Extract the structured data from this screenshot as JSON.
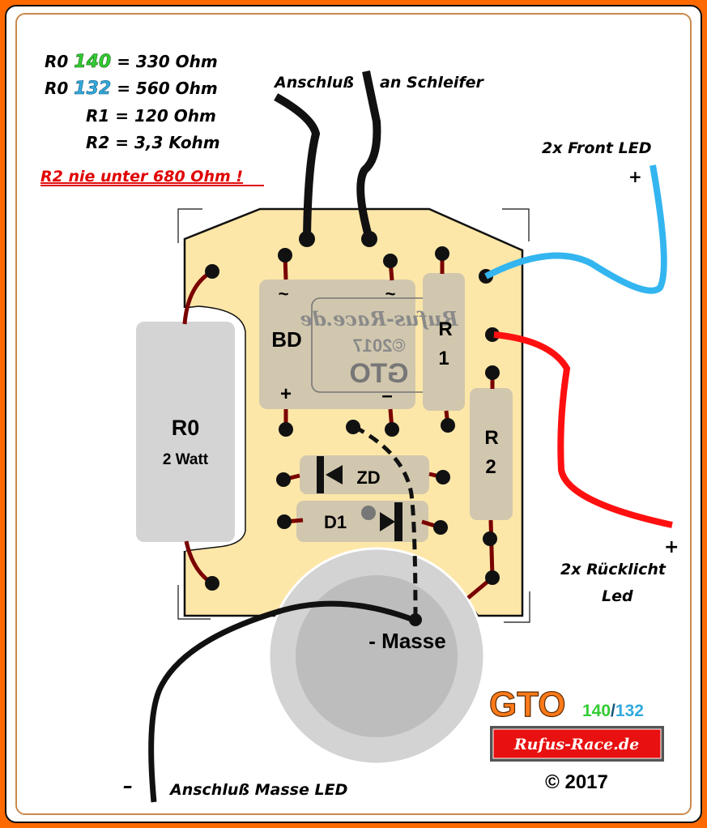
{
  "legend": {
    "lines": [
      {
        "prefix": "R0",
        "model": "140",
        "model_color": "#33cc33",
        "value": "= 330 Ohm"
      },
      {
        "prefix": "R0",
        "model": "132",
        "model_color": "#33aadd",
        "value": "= 560 Ohm"
      },
      {
        "prefix": "R1",
        "model": "",
        "model_color": "",
        "value": "= 120 Ohm"
      },
      {
        "prefix": "R2",
        "model": "",
        "model_color": "",
        "value": "=  3,3 Kohm"
      }
    ],
    "warning": "R2 nie unter 680 Ohm !",
    "warning_color": "#e00000"
  },
  "labels": {
    "schleifer_left": "Anschluß",
    "schleifer_right": "an Schleifer",
    "front_led": "2x Front LED",
    "front_plus": "+",
    "rear_led_line1": "2x Rücklicht",
    "rear_led_line2": "Led",
    "rear_plus": "+",
    "masse": "- Masse",
    "masse_led": "Anschluß Masse LED",
    "masse_minus": "–"
  },
  "components": {
    "r0_name": "R0",
    "r0_spec": "2 Watt",
    "bd_name": "BD",
    "bd_ac_left": "~",
    "bd_ac_right": "~",
    "bd_plus": "+",
    "bd_minus": "–",
    "r1_letter": "R",
    "r1_num": "1",
    "r2_letter": "R",
    "r2_num": "2",
    "zd_name": "ZD",
    "d1_name": "D1"
  },
  "watermark": {
    "site": "Rufus-Race.de",
    "year": "©2017",
    "model": "GTO"
  },
  "brand": {
    "title": "GTO",
    "title_color": "#ff7a1a",
    "model_a": "140",
    "model_a_color": "#33cc33",
    "sep": "/",
    "model_b": "132",
    "model_b_color": "#33aadd",
    "banner": "Rufus-Race.de",
    "banner_color": "#e81010",
    "copyright": "© 2017"
  },
  "colors": {
    "board": "#fde7a8",
    "component": "#d1c7ae",
    "resistor_r0": "#d4d4d4",
    "lead": "#7a0000",
    "wire_black": "#111111",
    "wire_blue": "#33b5f0",
    "wire_red": "#ff1010"
  }
}
